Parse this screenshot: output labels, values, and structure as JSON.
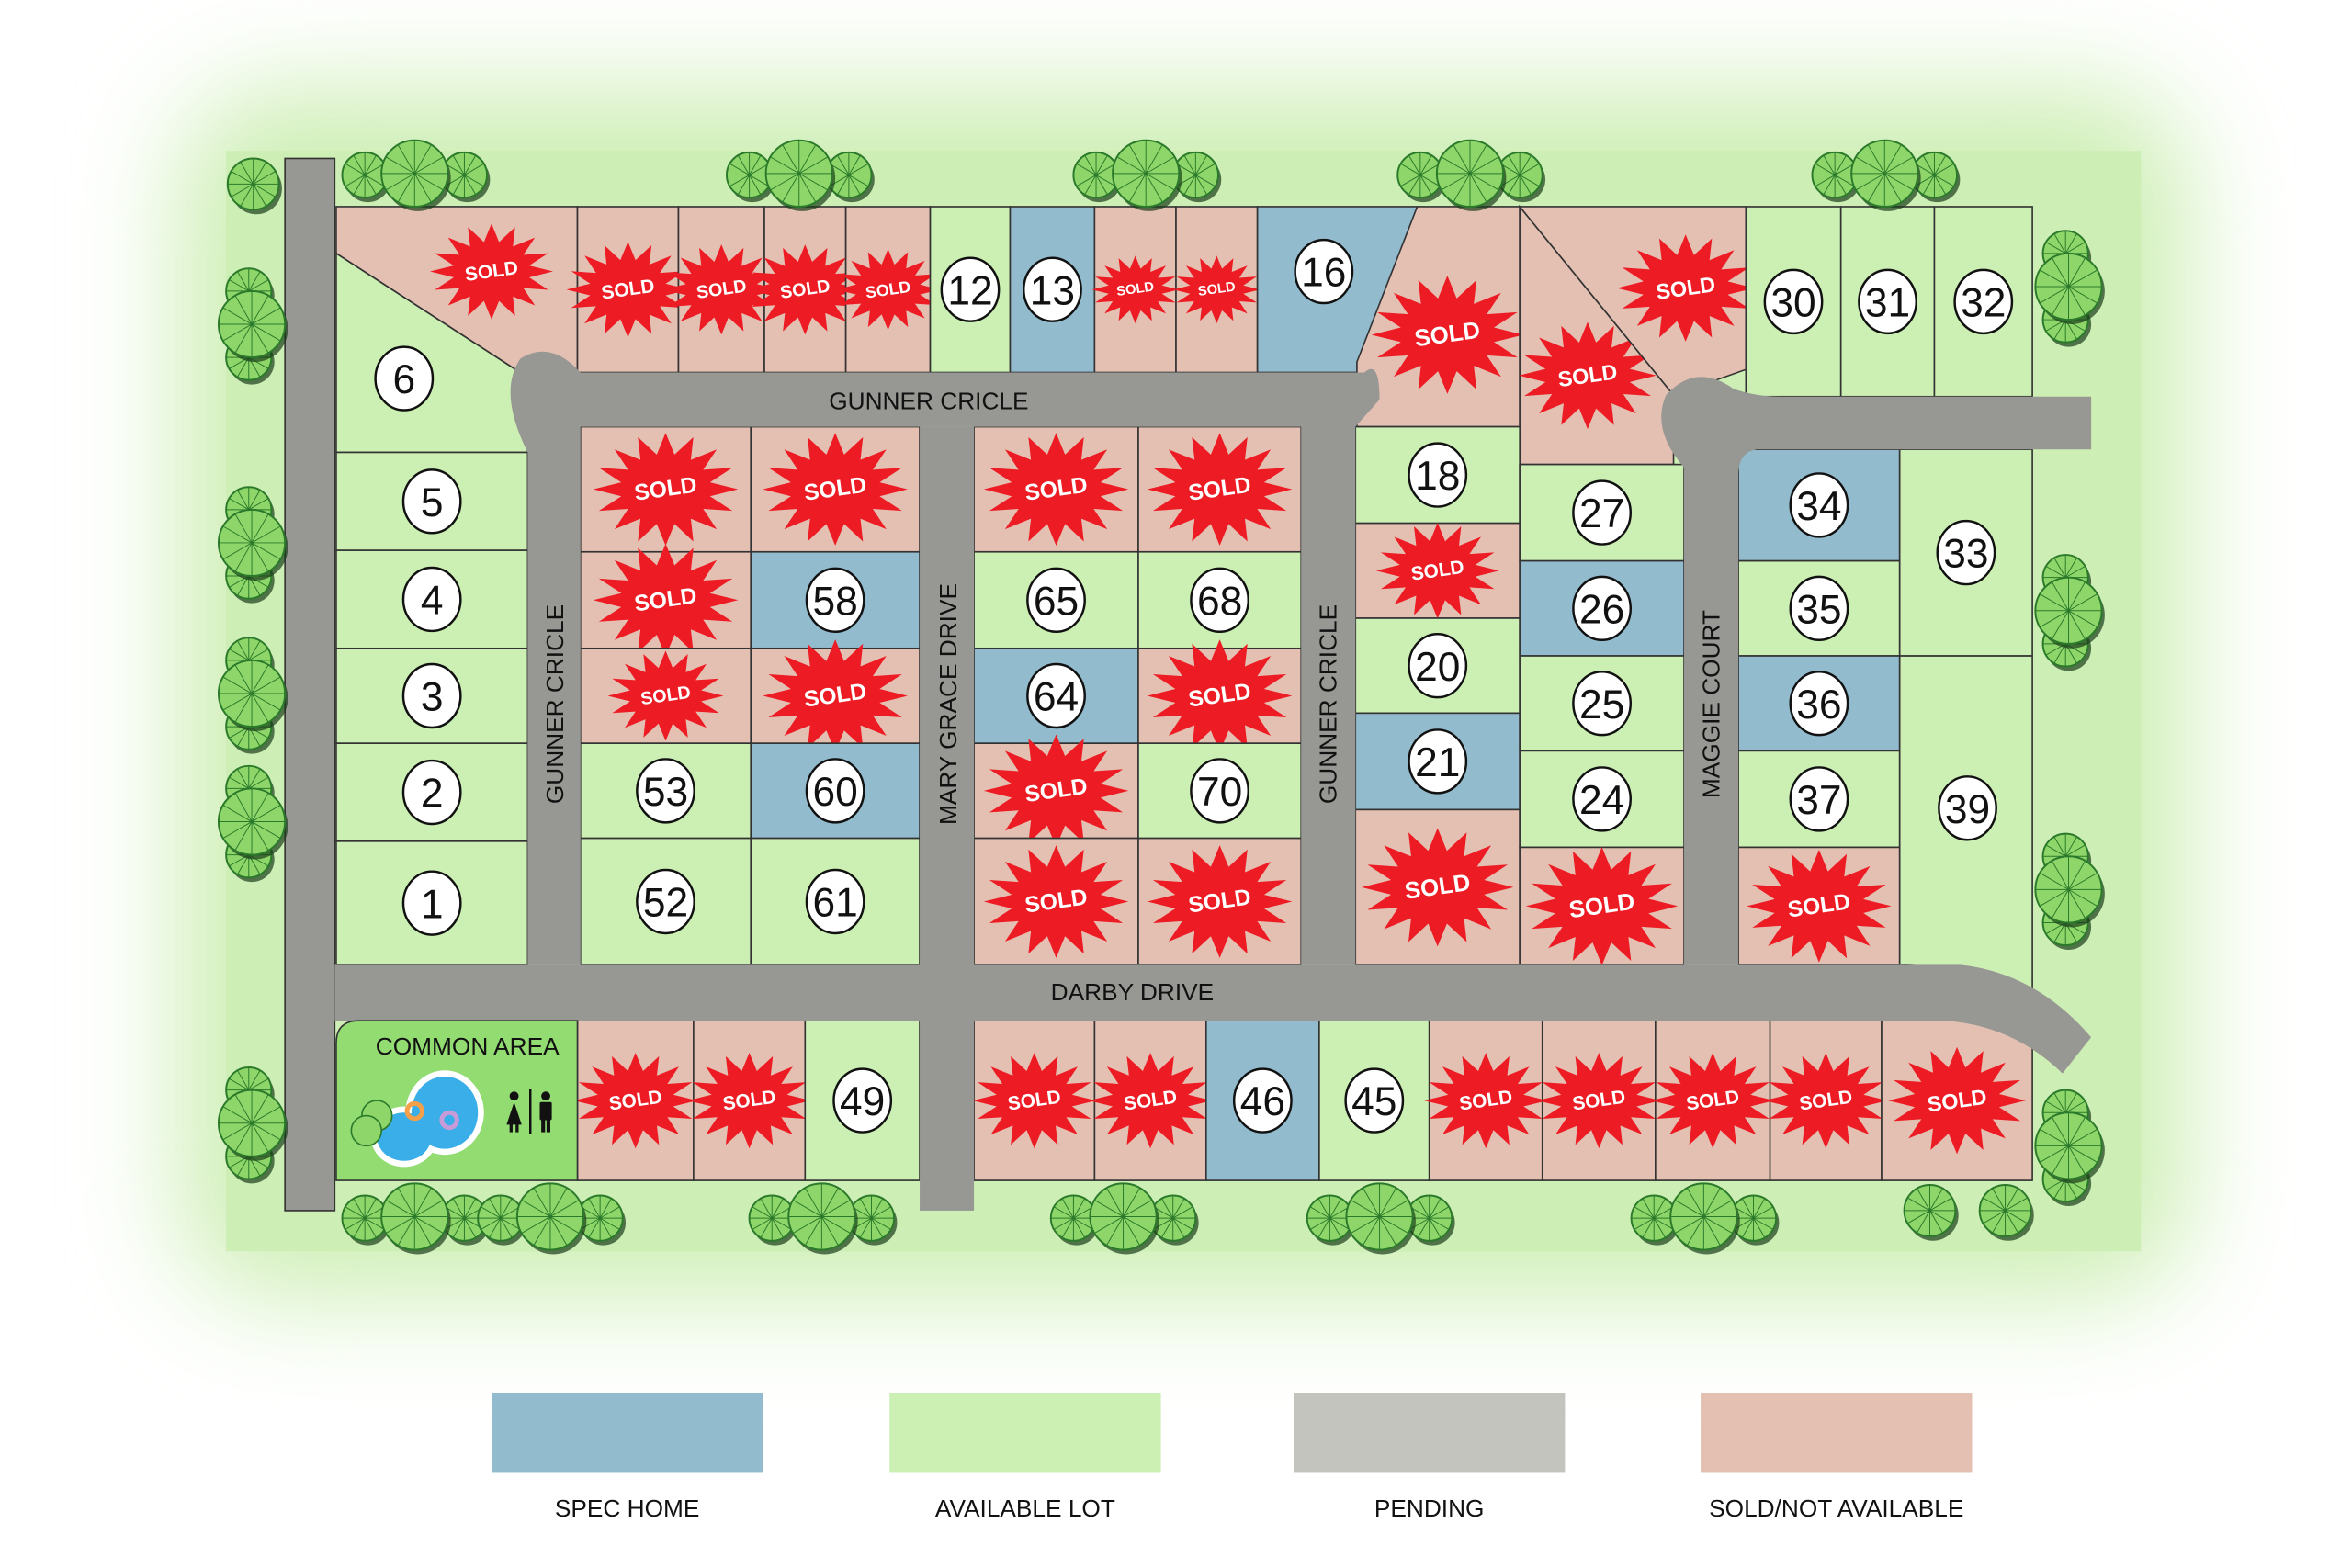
{
  "map": {
    "sold_label": "SOLD",
    "common_area_label": "COMMON AREA",
    "streets": {
      "gunner_top": "GUNNER CRICLE",
      "gunner_left": "GUNNER CRICLE",
      "gunner_right": "GUNNER CRICLE",
      "mary_grace": "MARY GRACE DRIVE",
      "maggie": "MAGGIE COURT",
      "darby": "DARBY DRIVE"
    },
    "lots": [
      {
        "status": "sold"
      },
      {
        "status": "sold"
      },
      {
        "status": "sold"
      },
      {
        "status": "sold"
      },
      {
        "status": "sold"
      },
      {
        "number": "12",
        "status": "available"
      },
      {
        "number": "13",
        "status": "spec"
      },
      {
        "status": "sold"
      },
      {
        "status": "sold"
      },
      {
        "number": "16",
        "status": "spec"
      },
      {
        "status": "sold"
      },
      {
        "status": "sold"
      },
      {
        "status": "sold"
      },
      {
        "number": "30",
        "status": "available"
      },
      {
        "number": "31",
        "status": "available"
      },
      {
        "number": "32",
        "status": "available"
      },
      {
        "number": "6",
        "status": "available"
      },
      {
        "number": "5",
        "status": "available"
      },
      {
        "number": "4",
        "status": "available"
      },
      {
        "number": "3",
        "status": "available"
      },
      {
        "number": "2",
        "status": "available"
      },
      {
        "number": "1",
        "status": "available"
      },
      {
        "status": "sold"
      },
      {
        "status": "sold"
      },
      {
        "status": "sold"
      },
      {
        "number": "58",
        "status": "spec"
      },
      {
        "status": "sold"
      },
      {
        "status": "sold"
      },
      {
        "number": "53",
        "status": "available"
      },
      {
        "number": "60",
        "status": "spec"
      },
      {
        "number": "52",
        "status": "available"
      },
      {
        "number": "61",
        "status": "available"
      },
      {
        "status": "sold"
      },
      {
        "status": "sold"
      },
      {
        "number": "65",
        "status": "available"
      },
      {
        "number": "68",
        "status": "available"
      },
      {
        "number": "64",
        "status": "spec"
      },
      {
        "status": "sold"
      },
      {
        "status": "sold"
      },
      {
        "number": "70",
        "status": "available"
      },
      {
        "status": "sold"
      },
      {
        "status": "sold"
      },
      {
        "number": "18",
        "status": "available"
      },
      {
        "status": "sold"
      },
      {
        "number": "20",
        "status": "available"
      },
      {
        "number": "21",
        "status": "spec"
      },
      {
        "status": "sold"
      },
      {
        "number": "27",
        "status": "available"
      },
      {
        "number": "26",
        "status": "spec"
      },
      {
        "number": "25",
        "status": "available"
      },
      {
        "number": "24",
        "status": "available"
      },
      {
        "status": "sold"
      },
      {
        "number": "34",
        "status": "spec"
      },
      {
        "number": "35",
        "status": "available"
      },
      {
        "number": "36",
        "status": "spec"
      },
      {
        "number": "37",
        "status": "available"
      },
      {
        "status": "sold"
      },
      {
        "number": "33",
        "status": "available"
      },
      {
        "number": "39",
        "status": "available"
      },
      {
        "status": "sold"
      },
      {
        "status": "sold"
      },
      {
        "number": "49",
        "status": "available"
      },
      {
        "status": "sold"
      },
      {
        "status": "sold"
      },
      {
        "number": "46",
        "status": "spec"
      },
      {
        "number": "45",
        "status": "available"
      },
      {
        "status": "sold"
      },
      {
        "status": "sold"
      },
      {
        "status": "sold"
      },
      {
        "status": "sold"
      },
      {
        "status": "sold"
      }
    ]
  },
  "legend": [
    {
      "key": "spec",
      "label": "SPEC HOME",
      "color": "#93bbce"
    },
    {
      "key": "available",
      "label": "AVAILABLE LOT",
      "color": "#ccf0b4"
    },
    {
      "key": "pending",
      "label": "PENDING",
      "color": "#c3c4bd"
    },
    {
      "key": "sold",
      "label": "SOLD/NOT AVAILABLE",
      "color": "#e4c0b2"
    }
  ],
  "colors": {
    "road": "#979893",
    "common": "#92dc72",
    "sold_badge": "#ed1c24",
    "grass": "#cdeeb4"
  }
}
